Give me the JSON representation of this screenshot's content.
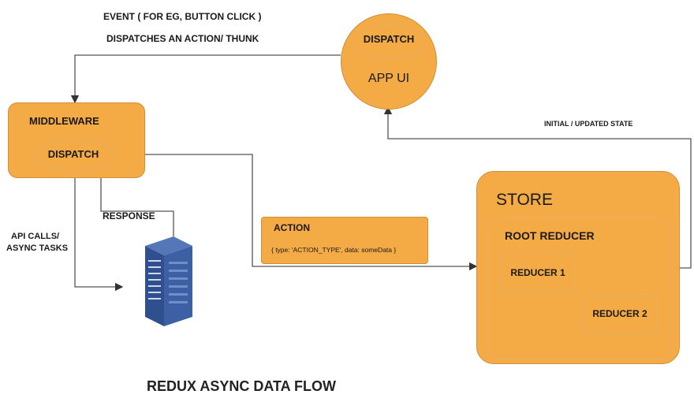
{
  "event_text": {
    "line1": "EVENT ( FOR EG, BUTTON CLICK )",
    "line2": "DISPATCHES AN ACTION/ THUNK"
  },
  "app_ui": {
    "dispatch_label": "DISPATCH",
    "label": "APP UI"
  },
  "middleware": {
    "title": "MIDDLEWARE",
    "dispatch_label": "DISPATCH"
  },
  "state_label": "INITIAL / UPDATED STATE",
  "response_label": "RESPONSE",
  "api_label": {
    "line1": "API CALLS/",
    "line2": "ASYNC TASKS"
  },
  "action": {
    "title": "ACTION",
    "payload": "{ type: 'ACTION_TYPE', data: someData }"
  },
  "store": {
    "title": "STORE",
    "root_reducer": "ROOT REDUCER",
    "reducer1": "REDUCER 1",
    "reducer2": "REDUCER 2"
  },
  "footer_title": "REDUX ASYNC DATA FLOW",
  "colors": {
    "fill": "#f4aa45",
    "outline": "#cf8f3a",
    "server": "#2f4f8f"
  },
  "icons": {
    "server": "server-icon"
  }
}
